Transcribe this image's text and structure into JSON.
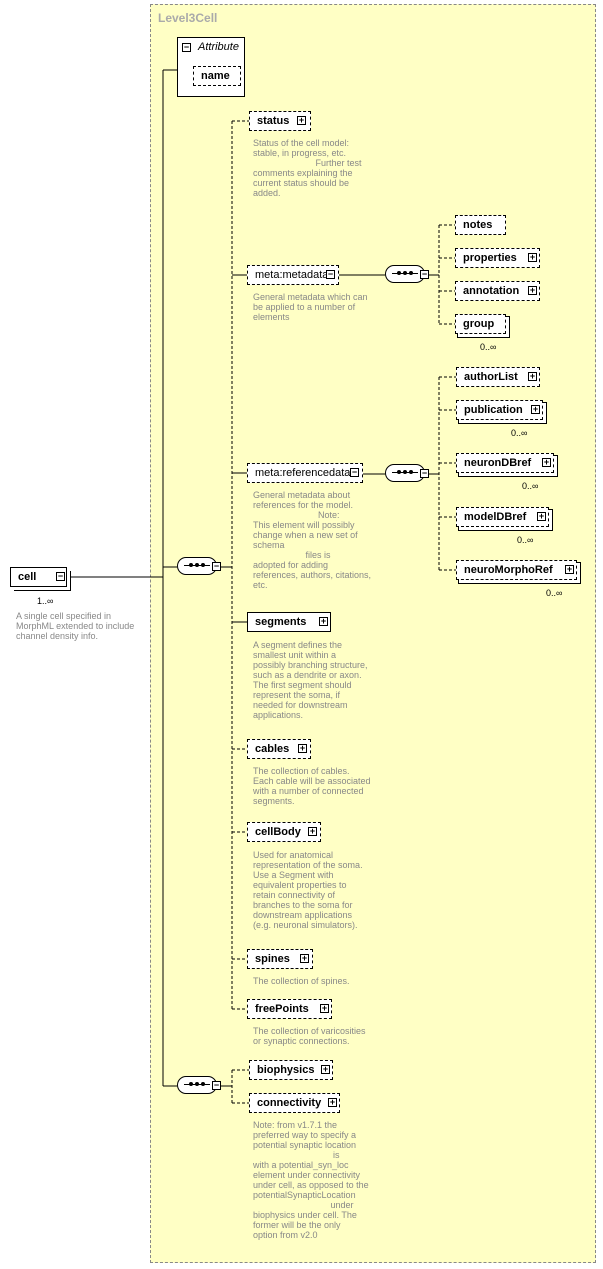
{
  "group_title": "Level3Cell",
  "attribute": {
    "title": "Attribute",
    "name": "name"
  },
  "root": {
    "name": "cell",
    "cardinality": "1..∞",
    "doc": "A single cell specified in\nMorphML extended to include\nchannel density info."
  },
  "elements": {
    "status": {
      "name": "status",
      "doc": "Status of the cell model:\nstable, in progress, etc.\n                         Further test\ncomments explaining the\ncurrent status should be\nadded."
    },
    "metadata": {
      "name": "meta:metadata",
      "doc": "General metadata which can\nbe applied to a number of\nelements"
    },
    "referencedata": {
      "name": "meta:referencedata",
      "doc": "General metadata about\nreferences for the model.\n                          Note:\nThis element will possibly\nchange when a new set of\nschema\n                     files is\nadopted for adding\nreferences, authors, citations,\netc."
    },
    "segments": {
      "name": "segments",
      "doc": "A segment defines the\nsmallest unit within a\npossibly branching structure,\nsuch as a dendrite or axon.\nThe first segment should\nrepresent the soma, if\nneeded for downstream\napplications."
    },
    "cables": {
      "name": "cables",
      "doc": "The collection of cables.\nEach cable will be associated\nwith a number of connected\nsegments."
    },
    "cellBody": {
      "name": "cellBody",
      "doc": "Used for anatomical\nrepresentation of the soma.\nUse a Segment with\nequivalent properties to\nretain connectivity of\nbranches to the soma for\ndownstream applications\n(e.g. neuronal simulators)."
    },
    "spines": {
      "name": "spines",
      "doc": "The collection of spines."
    },
    "freePoints": {
      "name": "freePoints",
      "doc": "The collection of varicosities\nor synaptic connections."
    },
    "biophysics": {
      "name": "biophysics"
    },
    "connectivity": {
      "name": "connectivity",
      "doc": "Note: from v1.7.1 the\npreferred way to specify a\npotential synaptic location\n                                is\nwith a potential_syn_loc\nelement under connectivity\nunder cell, as opposed to the\npotentialSynapticLocation\n                               under\nbiophysics under cell. The\nformer will be the only\noption from v2.0"
    }
  },
  "metadata_children": {
    "notes": "notes",
    "properties": "properties",
    "annotation": "annotation",
    "group": "group",
    "group_card": "0..∞"
  },
  "reference_children": {
    "authorList": "authorList",
    "publication": "publication",
    "publication_card": "0..∞",
    "neuronDBref": "neuronDBref",
    "neuronDBref_card": "0..∞",
    "modelDBref": "modelDBref",
    "modelDBref_card": "0..∞",
    "neuroMorphoRef": "neuroMorphoRef",
    "neuroMorphoRef_card": "0..∞"
  },
  "colors": {
    "panel": "#ffffc5",
    "doc_text": "#888888",
    "line": "#000000"
  }
}
